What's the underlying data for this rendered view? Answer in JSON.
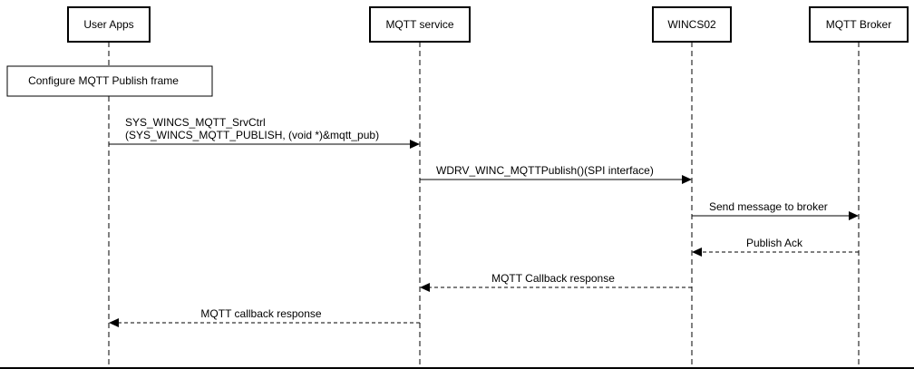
{
  "participants": [
    {
      "id": "user_apps",
      "label": "User Apps"
    },
    {
      "id": "mqtt_service",
      "label": "MQTT service"
    },
    {
      "id": "wincs02",
      "label": "WINCS02"
    },
    {
      "id": "mqtt_broker",
      "label": "MQTT Broker"
    }
  ],
  "note": {
    "text": "Configure MQTT Publish frame",
    "participant": "user_apps"
  },
  "messages": [
    {
      "from": "user_apps",
      "to": "mqtt_service",
      "type": "call",
      "lines": [
        "SYS_WINCS_MQTT_SrvCtrl",
        "(SYS_WINCS_MQTT_PUBLISH, (void *)&mqtt_pub)"
      ]
    },
    {
      "from": "mqtt_service",
      "to": "wincs02",
      "type": "call",
      "lines": [
        "WDRV_WINC_MQTTPublish()(SPI interface)"
      ]
    },
    {
      "from": "wincs02",
      "to": "mqtt_broker",
      "type": "call",
      "lines": [
        "Send message to broker"
      ]
    },
    {
      "from": "mqtt_broker",
      "to": "wincs02",
      "type": "return",
      "lines": [
        "Publish Ack"
      ]
    },
    {
      "from": "wincs02",
      "to": "mqtt_service",
      "type": "return",
      "lines": [
        "MQTT Callback response"
      ]
    },
    {
      "from": "mqtt_service",
      "to": "user_apps",
      "type": "return",
      "lines": [
        "MQTT callback response"
      ]
    }
  ]
}
